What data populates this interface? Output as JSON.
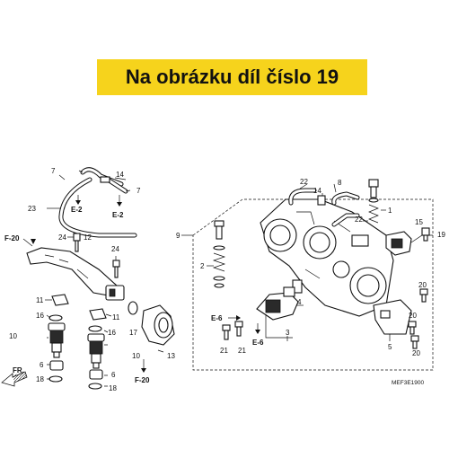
{
  "banner": {
    "text": "Na obrázku díl číslo 19",
    "color": "#f6d31c"
  },
  "diagram_code": "MEF3E1900",
  "front_marker": "FR.",
  "refs": {
    "e2_left": "E-2",
    "e2_right": "E-2",
    "e6_upper": "E-6",
    "e6_lower": "E-6",
    "f20_top": "F-20",
    "f20_bottom": "F-20"
  },
  "callouts": {
    "c1": "1",
    "c2": "2",
    "c3": "3",
    "c4": "4",
    "c5": "5",
    "c6a": "6",
    "c6b": "6",
    "c7a": "7",
    "c7b": "7",
    "c8": "8",
    "c9": "9",
    "c10a": "10",
    "c10b": "10",
    "c11a": "11",
    "c11b": "11",
    "c12": "12",
    "c13": "13",
    "c14a": "14",
    "c14b": "14",
    "c15": "15",
    "c16a": "16",
    "c16b": "16",
    "c17": "17",
    "c18a": "18",
    "c18b": "18",
    "c19": "19",
    "c20a": "20",
    "c20b": "20",
    "c20c": "20",
    "c21a": "21",
    "c21b": "21",
    "c22a": "22",
    "c22b": "22",
    "c23": "23",
    "c24a": "24",
    "c24b": "24"
  }
}
